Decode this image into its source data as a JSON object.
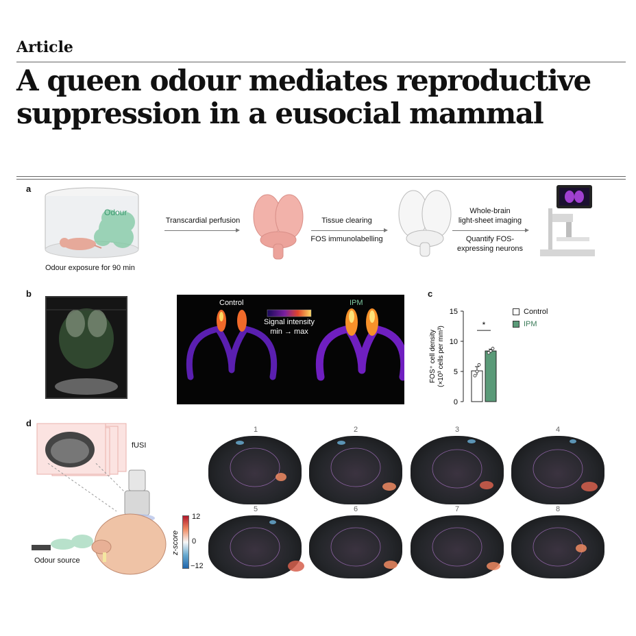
{
  "header": {
    "section_label": "Article",
    "title_line1": "A queen odour mediates reproductive",
    "title_line2": "suppression in a eusocial mammal"
  },
  "panel_a": {
    "letter": "a",
    "odour_label": "Odour",
    "exposure_caption": "Odour exposure for 90 min",
    "step1": "Transcardial perfusion",
    "step2_top": "Tissue clearing",
    "step2_bottom": "FOS immunolabelling",
    "step3_top_line1": "Whole-brain",
    "step3_top_line2": "light-sheet imaging",
    "step3_bottom_line1": "Quantify FOS-",
    "step3_bottom_line2": "expressing neurons"
  },
  "panel_b": {
    "letter": "b",
    "control_label": "Control",
    "ipm_label": "IPM",
    "colorbar_title": "Signal intensity",
    "colorbar_range": "min → max"
  },
  "panel_c": {
    "letter": "c",
    "legend": [
      {
        "label": "Control",
        "color": "#ffffff"
      },
      {
        "label": "IPM",
        "color": "#5a9a78"
      }
    ],
    "significance": "*"
  },
  "chart_data": {
    "type": "bar",
    "categories": [
      "Control",
      "IPM"
    ],
    "values": [
      5.1,
      8.4
    ],
    "errors": [
      0.7,
      0.3
    ],
    "points": [
      [
        4.3,
        5.0,
        6.1
      ],
      [
        8.1,
        8.4,
        8.8
      ]
    ],
    "ylabel_line1": "FOS⁺ cell density",
    "ylabel_line2": "(×10³ cells per mm³)",
    "ylim": [
      0,
      15
    ],
    "yticks": [
      "0",
      "5",
      "10",
      "15"
    ],
    "bar_colors": [
      "#ffffff",
      "#5a9a78"
    ],
    "significance": "*"
  },
  "panel_d": {
    "letter": "d",
    "fusi_label": "fUSI",
    "odour_source_label": "Odour source",
    "colorbar_label": "z-score",
    "colorbar_max": "12",
    "colorbar_mid": "0",
    "colorbar_min": "−12",
    "slice_numbers": [
      "1",
      "2",
      "3",
      "4",
      "5",
      "6",
      "7",
      "8"
    ]
  }
}
